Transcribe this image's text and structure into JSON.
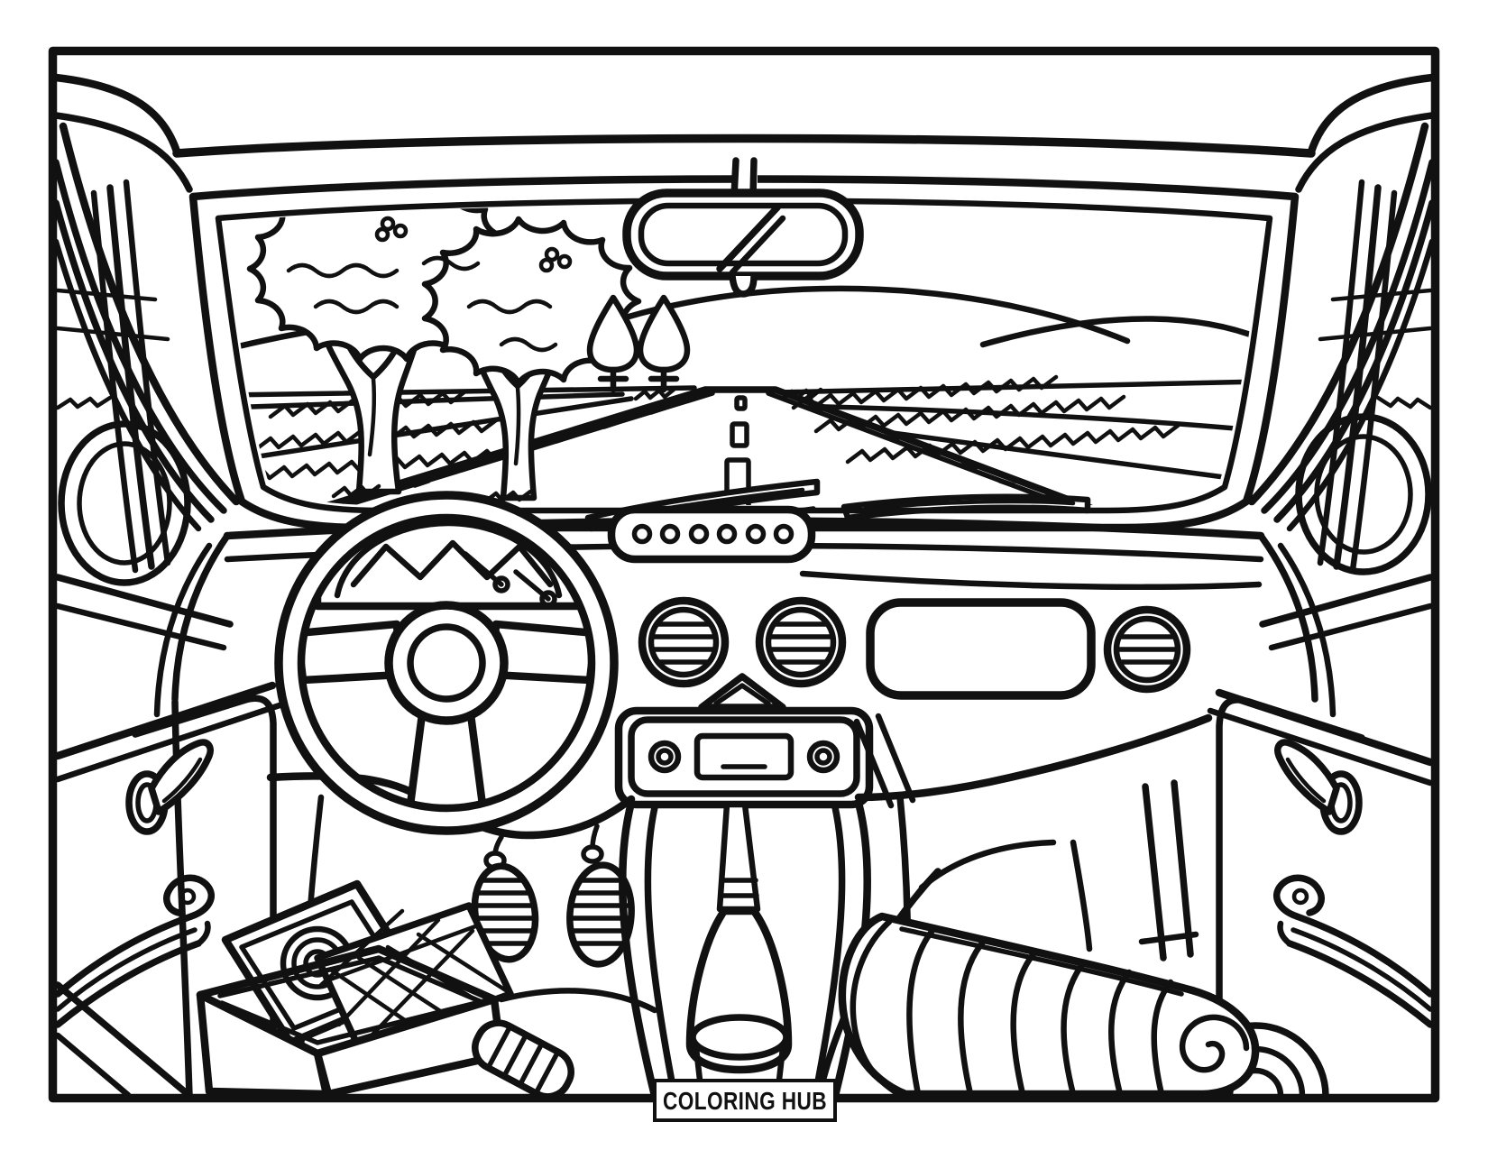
{
  "page": {
    "bg": "#ffffff",
    "ink": "#111111"
  },
  "footer": {
    "label": "COLORING HUB"
  },
  "scene": {
    "type": "coloring-page-line-art",
    "subject": "car interior first-person view with country road seen through windshield",
    "elements": [
      "windshield",
      "rear-view-mirror",
      "hills",
      "big-trees",
      "small-trees",
      "country-road",
      "road-center-dashes",
      "grass-rows",
      "windshield-wipers",
      "left-side-window",
      "right-side-window",
      "left-side-mirror",
      "right-side-mirror",
      "dashboard",
      "instrument-cluster",
      "round-air-vents",
      "defroster-grille",
      "hazard-triangle",
      "radio",
      "glovebox",
      "steering-wheel",
      "hanging-ornaments",
      "gear-shifter",
      "center-console",
      "door-handles",
      "door-armrests",
      "storage-box",
      "record-sleeve",
      "folded-map",
      "striped-thermos",
      "rolled-blanket",
      "door-pocket-swirl"
    ]
  }
}
